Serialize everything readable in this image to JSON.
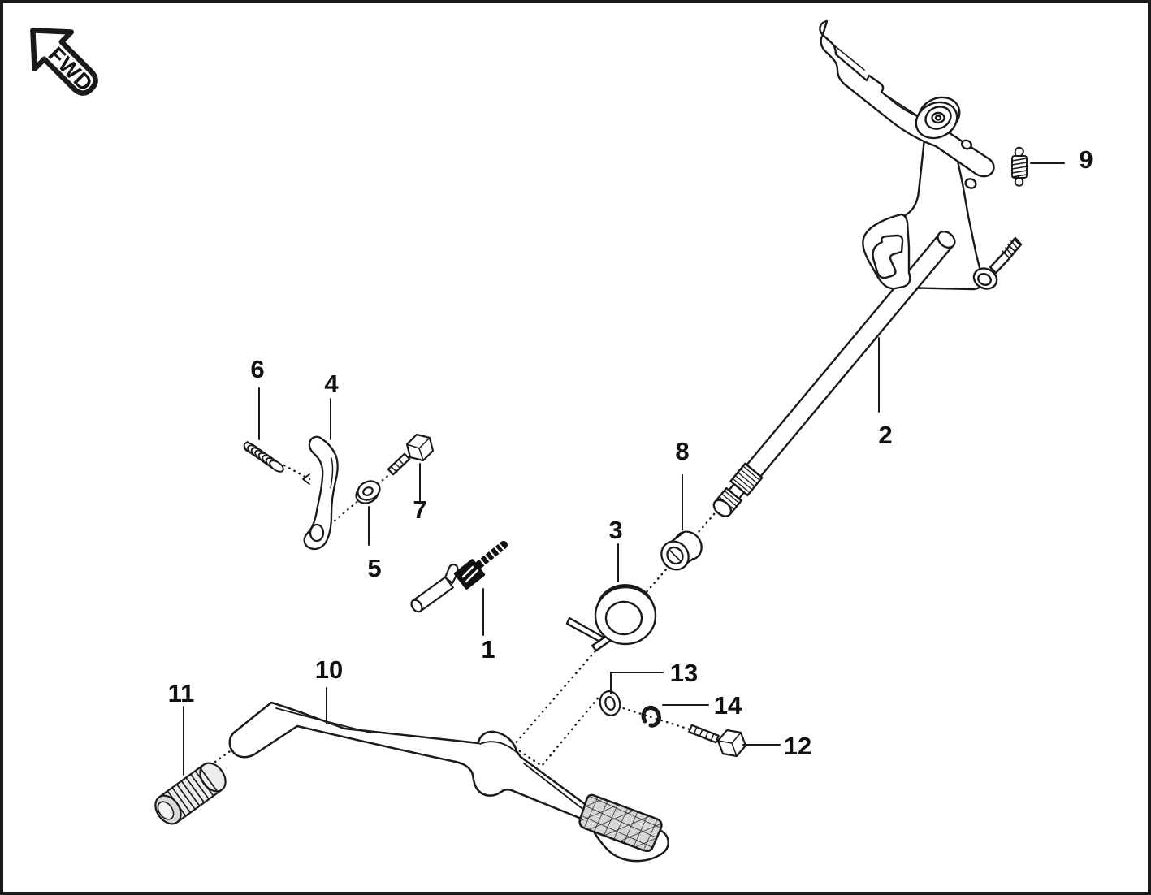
{
  "badge": {
    "label": "FWD"
  },
  "callouts": {
    "c1": "1",
    "c2": "2",
    "c3": "3",
    "c4": "4",
    "c5": "5",
    "c6": "6",
    "c7": "7",
    "c8": "8",
    "c9": "9",
    "c10": "10",
    "c11": "11",
    "c12": "12",
    "c13": "13",
    "c14": "14"
  },
  "colors": {
    "ink": "#1a1a1a",
    "paper": "#ffffff",
    "pad_fill": "#d6d6d6",
    "rubber_body": "#ececec",
    "rubber_face": "#d9d9d9"
  }
}
